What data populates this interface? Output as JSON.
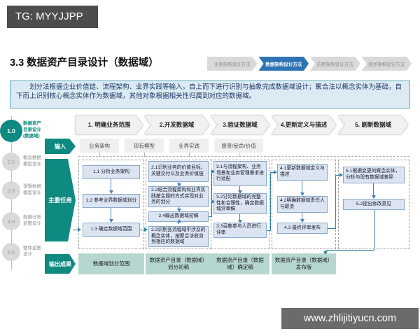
{
  "banner": {
    "top_left": "TG: MYYJJPP",
    "bottom_right": "www.zhlijitiyucn.com"
  },
  "title": "3.3 数据资产目录设计（数据域）",
  "method_tabs": {
    "items": [
      "业务架构设计方法",
      "数据架构设计方法",
      "应用架构设计方法",
      "技术架构设计方法"
    ],
    "active": "数据架构设计方法"
  },
  "intro": "划分法根据企业价值链、流程架构、业界实践等输入，自上而下进行识别与抽象完成数据域设计；聚合法以概念实体为基础，自下而上识别核心概念实体作为数据域，其他对象根据相关性归属到对应的数据域。",
  "timeline": {
    "items": [
      {
        "num": "1.0",
        "label": "数据资产目录设计(数据域)",
        "active": true
      },
      {
        "num": "2.0",
        "label": "概念数据模型设计",
        "active": false
      },
      {
        "num": "3.0",
        "label": "逻辑数据模型设计",
        "active": false
      },
      {
        "num": "4.0",
        "label": "数据分布蓝图设计",
        "active": false
      },
      {
        "num": "5.0",
        "label": "整体蓝图设计",
        "active": false
      }
    ]
  },
  "lanes": {
    "input": "输入",
    "tasks": "主要任务",
    "output": "输出成果"
  },
  "steps": [
    "1. 明确业务范围",
    "2.开发数据域",
    "3.验证数据域",
    "4.更新定义与描述",
    "5. 刷新数据域"
  ],
  "inputs": [
    "业务架构",
    "现有模型",
    "业界实践",
    "愿景/使命/价值"
  ],
  "tasks": {
    "col1": [
      "1.1 分析业务架构",
      "1.2 参考业界数据域划分",
      "1.3 确定数据域范围"
    ],
    "col2": [
      "2.1识别业务的价值目标、关键交付以及业务价值链",
      "2.2结合流程架构和业界实践按主题的方式实现对业务的划分",
      "2.4输出数据域初稿",
      "2.3识别各流程域中涉及的概念实体，按聚合法收敛到相应的数据域"
    ],
    "col3": [
      "3.1与流程架构、业务场景和业务管理需求进行适配",
      "3.2讨论数据域的完整性和合理性，确定数据域评审稿",
      "3.3召集参与人员进行评审"
    ],
    "col4": [
      "4.1更新数据域定义与描述",
      "4.2明确数据域责任人与职责",
      "4.3 最终评审发布"
    ],
    "col5": [
      "5.1根据变更的概念实体，分析与现有数据域差异",
      "5.2提出修改意见"
    ]
  },
  "outputs": [
    "数据域划分范围",
    "数据资产目录（数据域）划分初稿",
    "数据资产目录（数据域）确定稿",
    "数据资产目录（数据域）发布版"
  ],
  "colors": {
    "teal": "#0e8a81",
    "teal_light": "#b6d7d0",
    "active_tab_blue": "#2e74b5",
    "task_box_blue": "#dbe5f1"
  }
}
